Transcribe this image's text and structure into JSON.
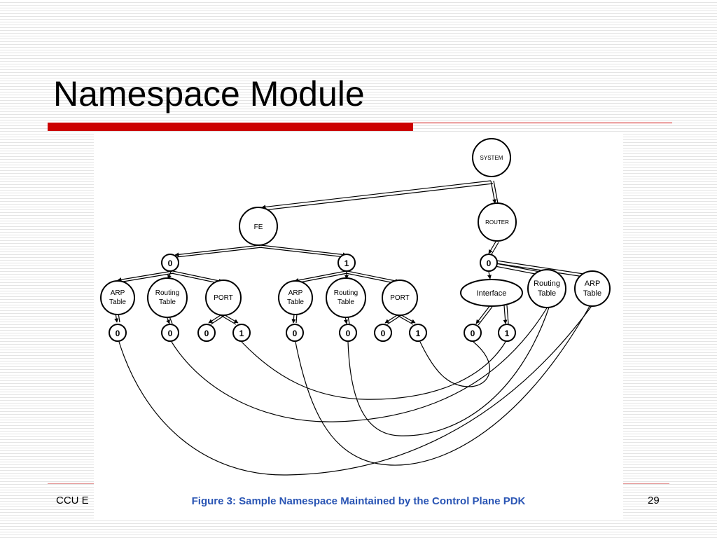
{
  "slide": {
    "title": "Namespace Module",
    "footer_left": "CCU E",
    "page_number": "29"
  },
  "figure": {
    "caption": "Figure 3: Sample Namespace Maintained by the Control Plane PDK",
    "nodes": {
      "system": "SYSTEM",
      "fe": "FE",
      "router": "ROUTER",
      "fe0": "0",
      "fe1": "1",
      "router0": "0",
      "arp_table": [
        "ARP",
        "Table"
      ],
      "routing_table": [
        "Routing",
        "Table"
      ],
      "port": "PORT",
      "interface": "Interface",
      "zero": "0",
      "one": "1"
    }
  }
}
